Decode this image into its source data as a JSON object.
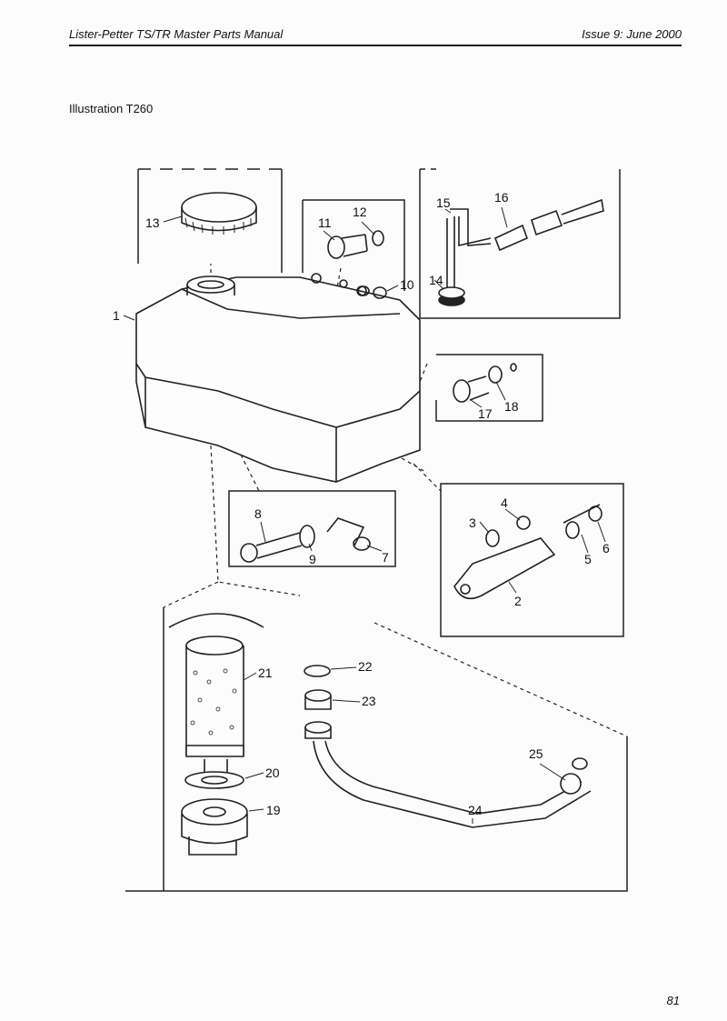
{
  "header": {
    "title": "Lister-Petter TS/TR Master Parts Manual",
    "issue": "Issue 9: June 2000"
  },
  "illustration": {
    "label": "Illustration T260",
    "callouts": [
      "1",
      "2",
      "3",
      "4",
      "5",
      "6",
      "7",
      "8",
      "9",
      "10",
      "11",
      "12",
      "13",
      "14",
      "15",
      "16",
      "17",
      "18",
      "19",
      "20",
      "21",
      "22",
      "23",
      "24",
      "25"
    ]
  },
  "footer": {
    "page_number": "81"
  }
}
